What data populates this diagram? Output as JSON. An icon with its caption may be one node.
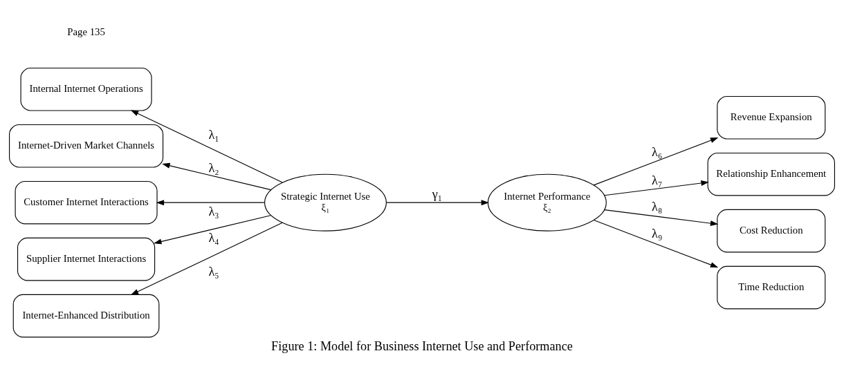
{
  "diagram": {
    "caption": "Figure 1: Model for Business Internet Use and Performance",
    "nodes": [
      {
        "text": [
          "Internal Internet Operations"
        ]
      },
      {
        "text": [
          "Internet-Driven Market Channels"
        ]
      },
      {
        "text": [
          "Customer Internet Interactions"
        ]
      },
      {
        "text": [
          "Supplier Internet Interactions"
        ]
      },
      {
        "text": [
          "Internet-Enhanced Distribution"
        ]
      },
      {
        "text": [
          "Strategic Internet Use",
          "ξ₁"
        ]
      },
      {
        "text": [
          "Internet Performance",
          "ξ₂"
        ]
      },
      {
        "text": [
          "Revenue Expansion"
        ]
      },
      {
        "text": [
          "Relationship Enhancement"
        ]
      },
      {
        "text": [
          "Cost Reduction"
        ]
      },
      {
        "text": [
          "Time Reduction"
        ]
      }
    ],
    "edges": [
      {
        "from": 5,
        "to": 0,
        "arrow": "to",
        "label": "λ₁"
      },
      {
        "from": 5,
        "to": 1,
        "arrow": "to",
        "label": "λ₂"
      },
      {
        "from": 5,
        "to": 2,
        "arrow": "to",
        "label": "λ₃"
      },
      {
        "from": 5,
        "to": 3,
        "arrow": "to",
        "label": "λ₄"
      },
      {
        "from": 5,
        "to": 4,
        "arrow": "to",
        "label": "λ₅"
      },
      {
        "from": 5,
        "to": 6,
        "arrow": "to",
        "label": "γ₁"
      },
      {
        "from": 6,
        "to": 7,
        "arrow": "to",
        "label": "λ₆"
      },
      {
        "from": 6,
        "to": 8,
        "arrow": "to",
        "label": "λ₇"
      },
      {
        "from": 6,
        "to": 9,
        "arrow": "to",
        "label": "λ₈"
      },
      {
        "from": 6,
        "to": 10,
        "arrow": "to",
        "label": "λ₉"
      }
    ],
    "labels": [
      "Page 135"
    ]
  }
}
